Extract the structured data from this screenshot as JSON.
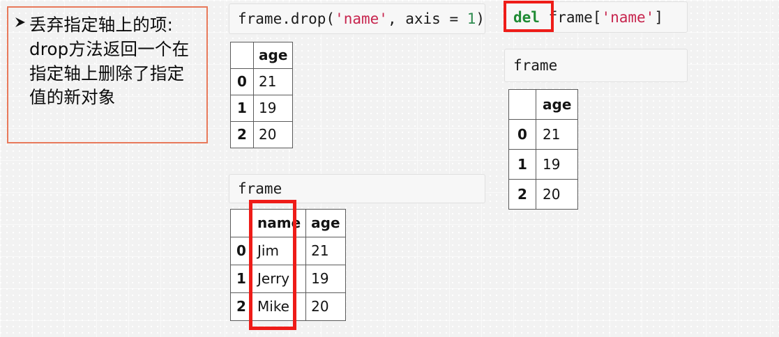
{
  "callout": {
    "bullet_icon": "arrow-bullet-icon",
    "border_color": "#e8795a",
    "text": "丢弃指定轴上的项: drop方法返回一个在 指定轴上删除了指定 值的新对象"
  },
  "left_panel": {
    "code": {
      "name": "code-drop",
      "prefix": "frame.drop(",
      "string_arg": "'name'",
      "middle": ", axis = ",
      "number_arg": "1",
      "suffix": ")",
      "full_text": "frame.drop('name', axis = 1)"
    },
    "result_table": {
      "name": "drop-result-table",
      "corner": "",
      "columns": [
        "age"
      ],
      "index": [
        "0",
        "1",
        "2"
      ],
      "rows": [
        [
          "21"
        ],
        [
          "19"
        ],
        [
          "20"
        ]
      ]
    },
    "frame_label": "frame",
    "frame_table": {
      "name": "frame-table-left",
      "corner": "",
      "columns": [
        "name",
        "age"
      ],
      "index": [
        "0",
        "1",
        "2"
      ],
      "rows": [
        [
          "Jim",
          "21"
        ],
        [
          "Jerry",
          "19"
        ],
        [
          "Mike",
          "20"
        ]
      ]
    },
    "highlight_color": "#ee1c18",
    "highlight_target": "name-column"
  },
  "right_panel": {
    "code": {
      "name": "code-del",
      "keyword": "del",
      "middle": " frame[",
      "string_arg": "'name'",
      "suffix": "]",
      "full_text": "del frame['name']"
    },
    "keyword_highlight_color": "#ee1c18",
    "frame_label": "frame",
    "frame_table": {
      "name": "frame-table-right",
      "corner": "",
      "columns": [
        "age"
      ],
      "index": [
        "0",
        "1",
        "2"
      ],
      "rows": [
        [
          "21"
        ],
        [
          "19"
        ],
        [
          "20"
        ]
      ]
    }
  },
  "colors": {
    "background": "#f2f2f2",
    "code_background": "#f7f7f7",
    "string_literal": "#c7254e",
    "number_literal": "#2e8b4f",
    "keyword": "#1f8b34",
    "table_border": "#5a5a5a"
  }
}
